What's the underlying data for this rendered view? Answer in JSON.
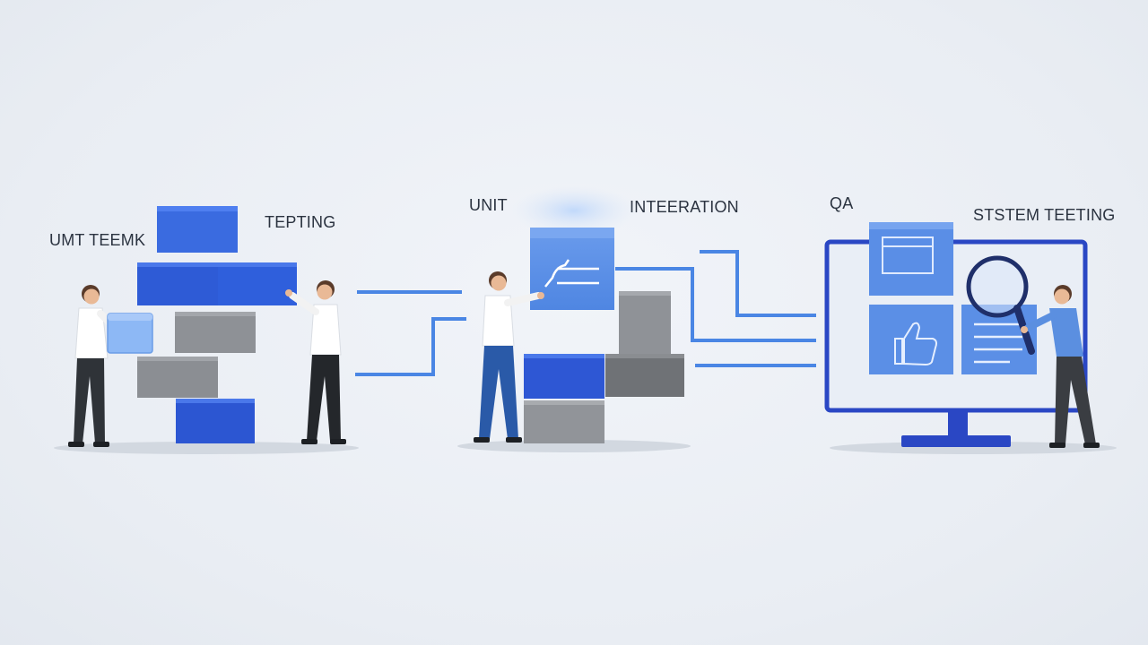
{
  "labels": {
    "stage1_left": "UMT TEEMK",
    "stage1_right": "TEPTING",
    "stage2_left": "UNIT",
    "stage2_right": "INTEERATION",
    "stage3_left": "QA",
    "stage3_right": "STSTEM TEETING"
  },
  "colors": {
    "background": "#eceff4",
    "block_blue": "#2e5bd6",
    "block_blue_dark": "#2448b8",
    "block_gray": "#8e9196",
    "block_gray_dark": "#6f7276",
    "line_blue": "#4a86e4",
    "panel_blue": "#5b8fe6",
    "monitor_frame": "#2a47c4",
    "text": "#2b3340"
  },
  "icons": {
    "magnifier": "magnifying-glass-icon",
    "thumbs_up": "thumbs-up-icon",
    "window": "window-icon",
    "document": "document-lines-icon",
    "chart_card": "chart-card-icon"
  }
}
